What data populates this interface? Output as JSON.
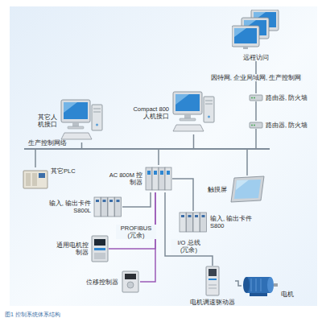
{
  "diagram": {
    "caption": "图1 控制系统体系结构",
    "nodes": [
      {
        "text": [
          "远程访问"
        ]
      },
      {
        "text": [
          "路由器, 防火墙"
        ]
      },
      {
        "text": [
          "路由器, 防火墙"
        ]
      },
      {
        "text": [
          "Compact 800 人机接口"
        ]
      },
      {
        "text": [
          "其它人机接口"
        ]
      },
      {
        "text": [
          "生产控制网络"
        ]
      },
      {
        "text": [
          "其它PLC"
        ]
      },
      {
        "text": [
          "AC 800M 控制器"
        ]
      },
      {
        "text": [
          "触摸屏"
        ]
      },
      {
        "text": [
          "输入, 输出卡件 S800L"
        ]
      },
      {
        "text": [
          "输入, 输出卡件 S800"
        ]
      },
      {
        "text": [
          "通用电机控制器"
        ]
      },
      {
        "text": [
          "位移控制器"
        ]
      },
      {
        "text": [
          "电机调速驱动器"
        ]
      },
      {
        "text": [
          "电机"
        ]
      }
    ],
    "edges": [
      {
        "from": 0,
        "to": 1,
        "arrow": "none",
        "label": "因特网, 企业局域网, 生产控制网"
      },
      {
        "from": 1,
        "to": 2,
        "arrow": "none"
      },
      {
        "from": 2,
        "to": 5,
        "arrow": "none"
      },
      {
        "from": 3,
        "to": 5,
        "arrow": "none"
      },
      {
        "from": 4,
        "to": 5,
        "arrow": "none"
      },
      {
        "from": 5,
        "to": 6,
        "arrow": "none"
      },
      {
        "from": 5,
        "to": 7,
        "arrow": "none"
      },
      {
        "from": 5,
        "to": 8,
        "arrow": "none"
      },
      {
        "from": 7,
        "to": 9,
        "arrow": "none"
      },
      {
        "from": 7,
        "to": 11,
        "arrow": "none",
        "label": "PROFIBUS (冗余)"
      },
      {
        "from": 7,
        "to": 12,
        "arrow": "none"
      },
      {
        "from": 7,
        "to": 10,
        "arrow": "none"
      },
      {
        "from": 7,
        "to": 13,
        "arrow": "none",
        "label": "I/O 总线 (冗余)"
      },
      {
        "from": 13,
        "to": 14,
        "arrow": "none"
      }
    ]
  }
}
